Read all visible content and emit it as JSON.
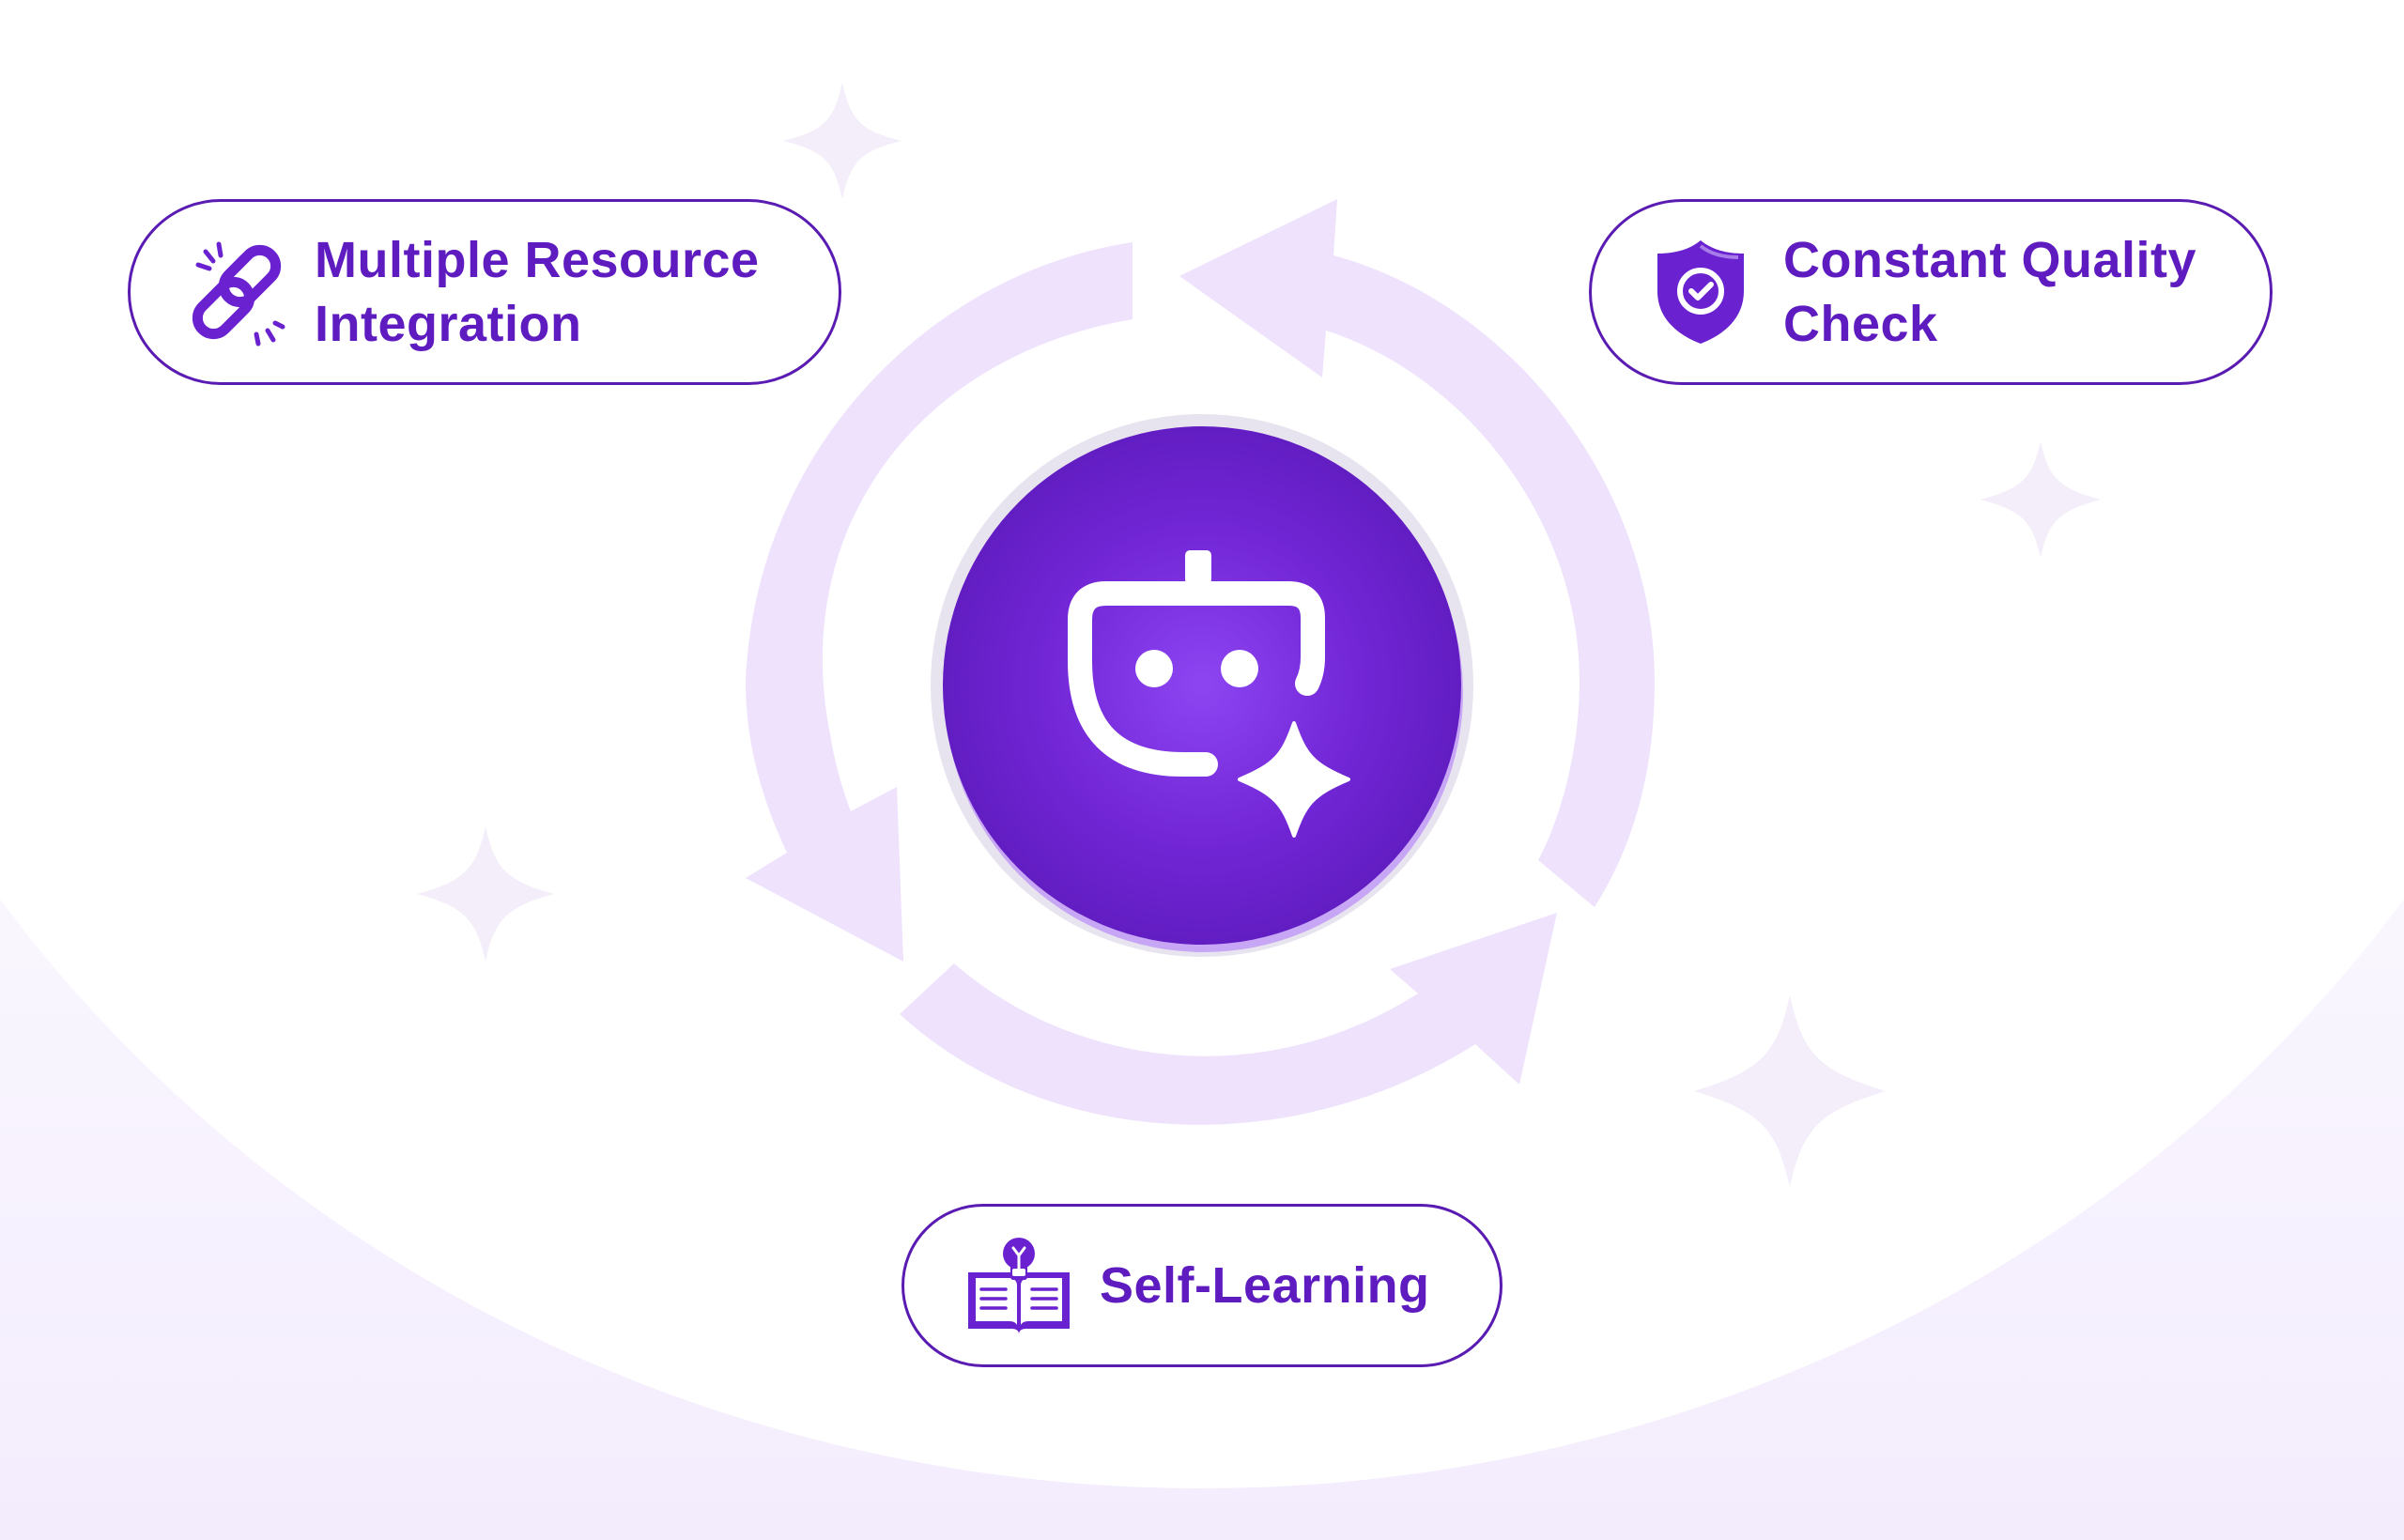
{
  "colors": {
    "accent": "#6a22d0",
    "accent_dark": "#5a1bb3",
    "cycle_arrow": "#efe2fc",
    "sparkle": "#f3eefa",
    "background_glow": "#f5effd"
  },
  "center": {
    "icon": "ai-bot-sparkle-icon"
  },
  "features": {
    "left": {
      "icon": "broken-chain-link-icon",
      "label_line1": "Multiple Resource",
      "label_line2": "Integration"
    },
    "right": {
      "icon": "shield-check-icon",
      "label_line1": "Constant Quality",
      "label_line2": "Check"
    },
    "bottom": {
      "icon": "book-lightbulb-icon",
      "label": "Self-Learning"
    }
  }
}
